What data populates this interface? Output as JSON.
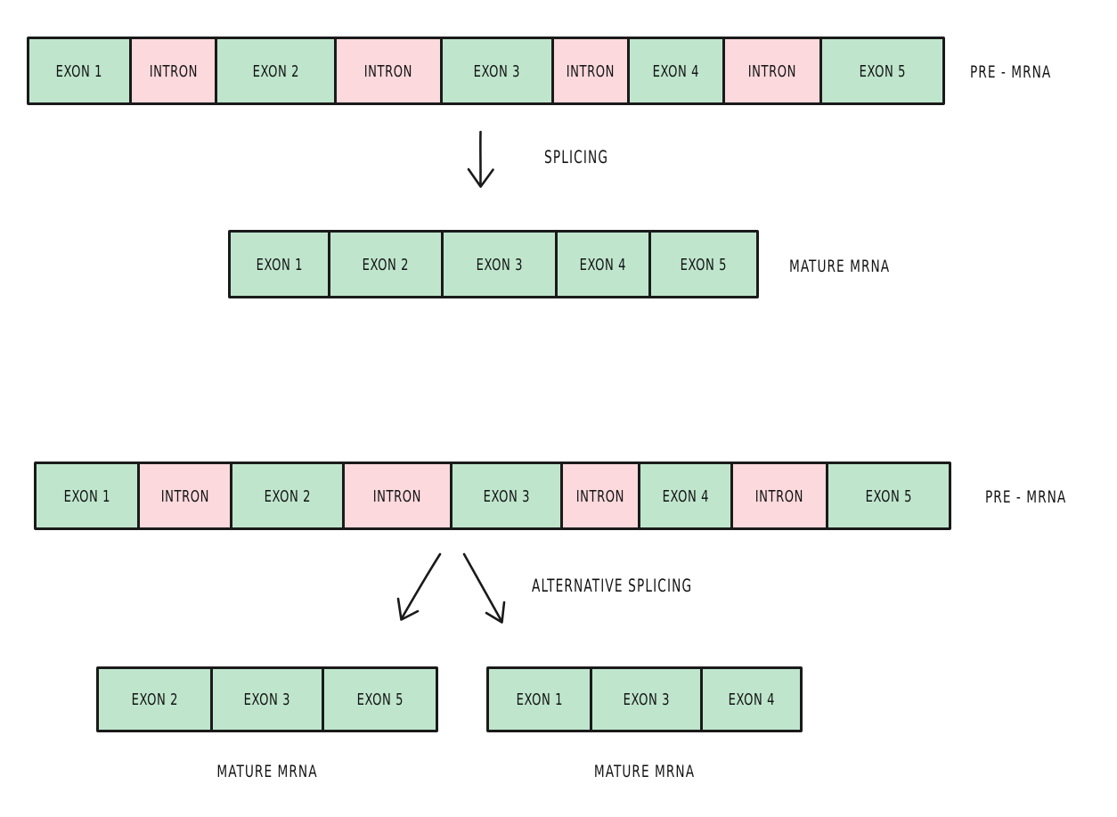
{
  "diagram": {
    "title_text_present": false,
    "colors": {
      "exon_fill": "#bfe6cd",
      "intron_fill": "#fbd9dd",
      "stroke": "#1a1a1a",
      "background": "#ffffff",
      "text": "#131313"
    },
    "rows": {
      "pre_mrna_top": {
        "label": "PRE - MRNA",
        "segments": [
          {
            "type": "exon",
            "label": "EXON 1"
          },
          {
            "type": "intron",
            "label": "INTRON"
          },
          {
            "type": "exon",
            "label": "EXON 2"
          },
          {
            "type": "intron",
            "label": "INTRON"
          },
          {
            "type": "exon",
            "label": "EXON 3"
          },
          {
            "type": "intron",
            "label": "INTRON"
          },
          {
            "type": "exon",
            "label": "EXON 4"
          },
          {
            "type": "intron",
            "label": "INTRON"
          },
          {
            "type": "exon",
            "label": "EXON 5"
          }
        ]
      },
      "mature_mrna_top": {
        "label": "MATURE  MRNA",
        "segments": [
          {
            "type": "exon",
            "label": "EXON 1"
          },
          {
            "type": "exon",
            "label": "EXON 2"
          },
          {
            "type": "exon",
            "label": "EXON 3"
          },
          {
            "type": "exon",
            "label": "EXON 4"
          },
          {
            "type": "exon",
            "label": "EXON 5"
          }
        ]
      },
      "pre_mrna_bottom": {
        "label": "PRE - MRNA",
        "segments": [
          {
            "type": "exon",
            "label": "EXON 1"
          },
          {
            "type": "intron",
            "label": "INTRON"
          },
          {
            "type": "exon",
            "label": "EXON 2"
          },
          {
            "type": "intron",
            "label": "INTRON"
          },
          {
            "type": "exon",
            "label": "EXON 3"
          },
          {
            "type": "intron",
            "label": "INTRON"
          },
          {
            "type": "exon",
            "label": "EXON 4"
          },
          {
            "type": "intron",
            "label": "INTRON"
          },
          {
            "type": "exon",
            "label": "EXON 5"
          }
        ]
      },
      "mature_mrna_variant_left": {
        "caption": "MATURE  MRNA",
        "segments": [
          {
            "type": "exon",
            "label": "EXON 2"
          },
          {
            "type": "exon",
            "label": "EXON 3"
          },
          {
            "type": "exon",
            "label": "EXON 5"
          }
        ]
      },
      "mature_mrna_variant_right": {
        "caption": "MATURE  MRNA",
        "segments": [
          {
            "type": "exon",
            "label": "EXON 1"
          },
          {
            "type": "exon",
            "label": "EXON 3"
          },
          {
            "type": "exon",
            "label": "EXON 4"
          }
        ]
      }
    },
    "processes": {
      "splicing": "SPLICING",
      "alternative_splicing": "ALTERNATIVE  SPLICING"
    }
  }
}
